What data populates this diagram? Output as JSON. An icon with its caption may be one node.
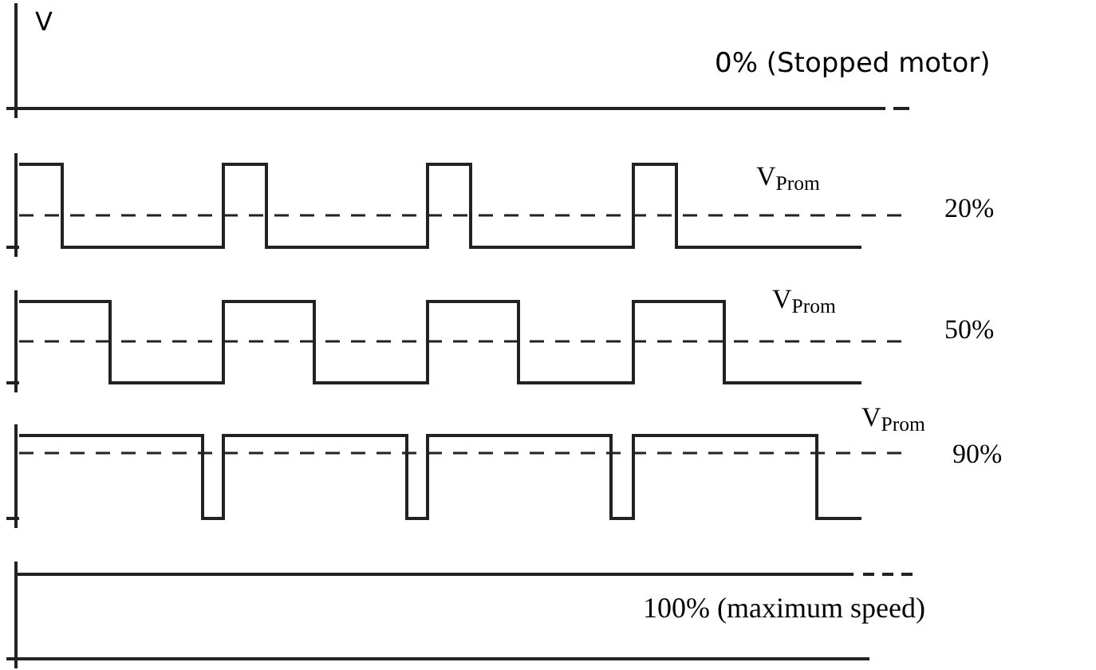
{
  "diagram": {
    "labels": [
      "V",
      "0% (Stopped motor)",
      "V$_{Prom}$",
      "20%",
      "V$_{Prom}$",
      "50%",
      "V$_{Prom}$",
      "90%",
      "100% (maximum speed)"
    ]
  }
}
